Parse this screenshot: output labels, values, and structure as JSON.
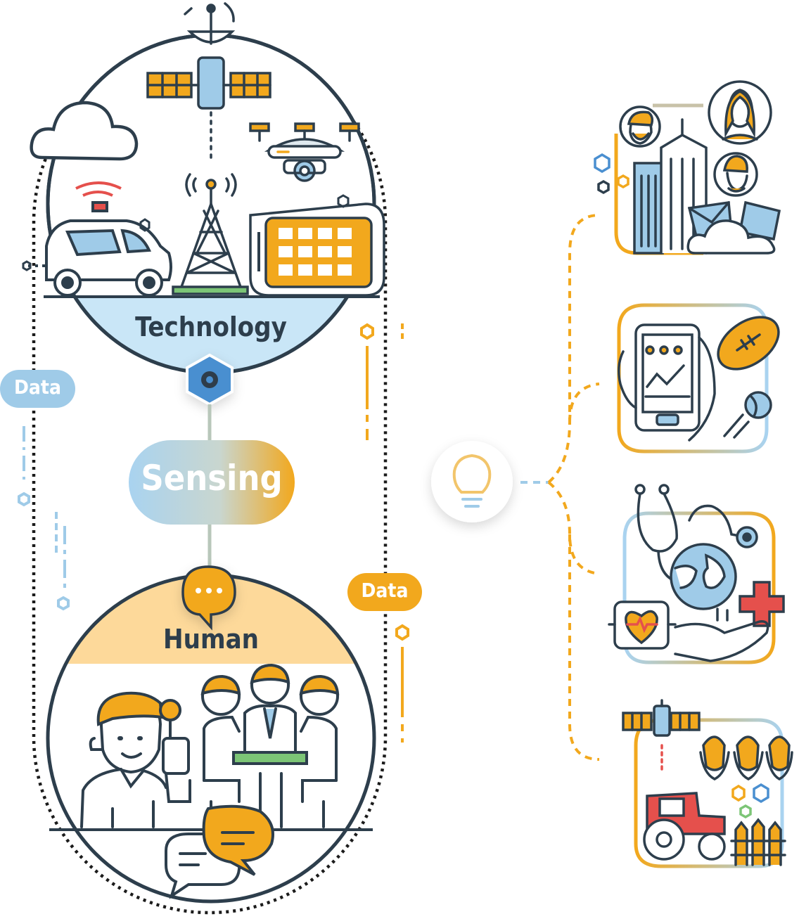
{
  "diagram": {
    "center": {
      "label": "Sensing"
    },
    "sources": [
      {
        "id": "technology",
        "label": "Technology"
      },
      {
        "id": "human",
        "label": "Human"
      }
    ],
    "flow_labels": [
      {
        "id": "left",
        "label": "Data"
      },
      {
        "id": "right",
        "label": "Data"
      }
    ],
    "hub_icon": "lightbulb-icon",
    "application_icons": [
      "smart-city-icon",
      "sports-analytics-icon",
      "healthcare-icon",
      "smart-farming-icon"
    ],
    "colors": {
      "orange": "#f2a81d",
      "light_blue": "#9fcbe8",
      "pale_blue": "#c9e6f7",
      "pale_orange": "#fdd99a",
      "dark": "#2d3e4c",
      "red": "#e5504c"
    }
  }
}
